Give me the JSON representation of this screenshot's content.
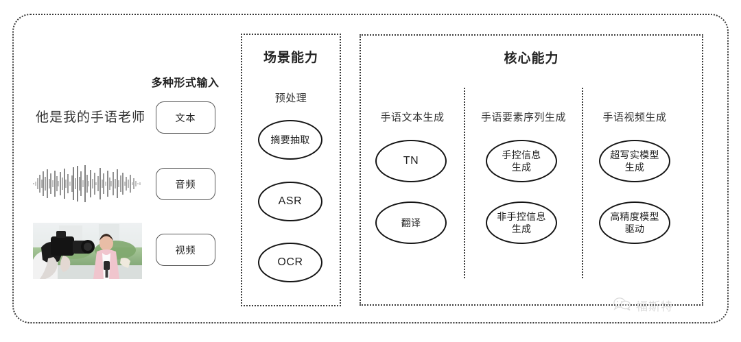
{
  "diagram": {
    "title_hidden": "",
    "input_section": {
      "heading": "多种形式输入",
      "sample_text": "他是我的手语老师",
      "waveform_label": "audio-waveform",
      "photo_label": "video-thumbnail",
      "modalities": [
        {
          "label": "文本"
        },
        {
          "label": "音频"
        },
        {
          "label": "视频"
        }
      ]
    },
    "scene_panel": {
      "title": "场景能力",
      "subtitle": "预处理",
      "nodes": [
        {
          "label": "摘要抽取",
          "kind": "cjk"
        },
        {
          "label": "ASR",
          "kind": "en"
        },
        {
          "label": "OCR",
          "kind": "en"
        }
      ]
    },
    "core_panel": {
      "title": "核心能力",
      "columns": [
        {
          "title": "手语文本生成",
          "nodes": [
            {
              "label": "TN",
              "kind": "en"
            },
            {
              "label": "翻译",
              "kind": "cjk"
            }
          ]
        },
        {
          "title": "手语要素序列生成",
          "nodes": [
            {
              "label": "手控信息\n生成",
              "kind": "cjk"
            },
            {
              "label": "非手控信息\n生成",
              "kind": "cjk"
            }
          ]
        },
        {
          "title": "手语视频生成",
          "nodes": [
            {
              "label": "超写实模型\n生成",
              "kind": "cjk"
            },
            {
              "label": "高精度模型\n驱动",
              "kind": "cjk"
            }
          ]
        }
      ]
    },
    "watermark": {
      "text": "福斯特",
      "icon": "wechat-bubbles-icon"
    },
    "colors": {
      "border": "#3a3a3a",
      "node_stroke": "#141414",
      "text": "#2b2b2b",
      "pill_stroke": "#555555",
      "watermark": "#8a8a8a"
    }
  }
}
